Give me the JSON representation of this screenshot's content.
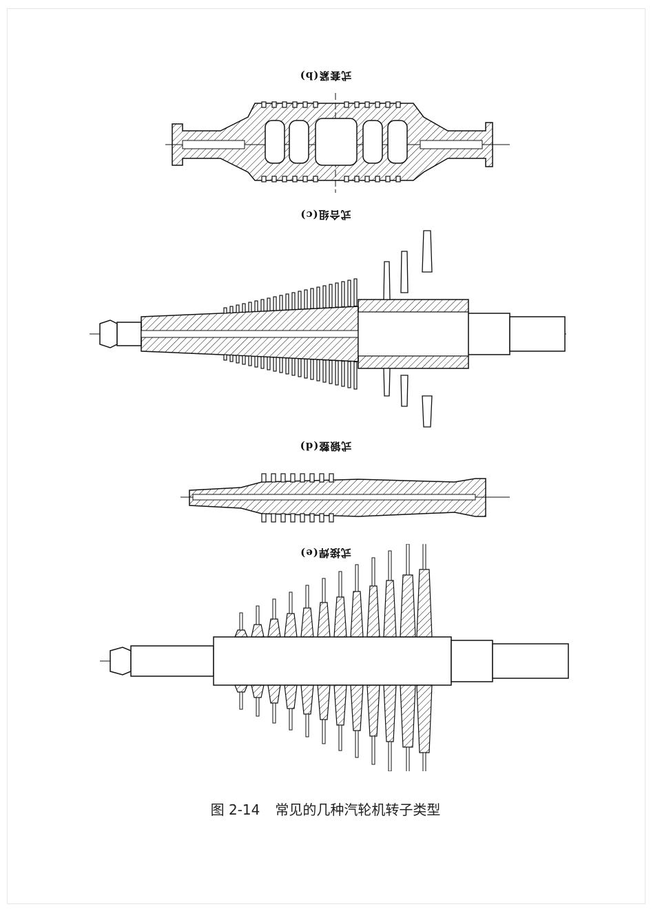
{
  "labels": {
    "b": "式套紧(b)",
    "c": "式合组(c)",
    "d": "式锻整(d)",
    "e": "式接焊(e)"
  },
  "caption": {
    "figure_number": "图 2-14",
    "title": "常见的几种汽轮机转子类型"
  },
  "colors": {
    "ink": "#111111",
    "paper": "#ffffff"
  }
}
